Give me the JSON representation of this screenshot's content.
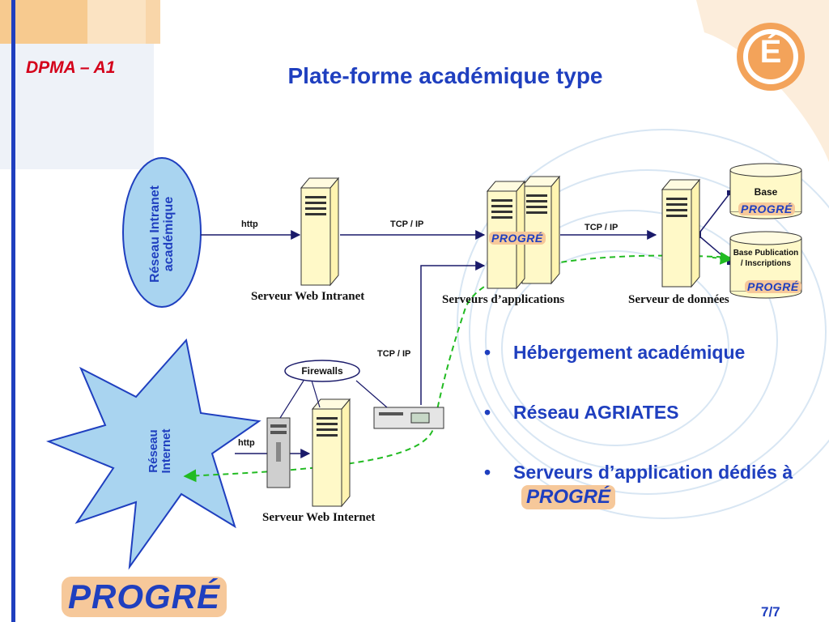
{
  "slide": {
    "tag": "DPMA – A1",
    "title": "Plate-forme académique type",
    "page_number": "7/7"
  },
  "nodes": {
    "intranet_network": "Réseau Intranet académique",
    "internet_network": "Réseau Internet",
    "web_intranet_server": "Serveur Web Intranet",
    "app_servers": "Serveurs d’applications",
    "data_server": "Serveur de données",
    "web_internet_server": "Serveur Web Internet",
    "firewalls": "Firewalls",
    "db_base": "Base",
    "db_publication": "Base Publication / Inscriptions"
  },
  "links": {
    "http_intranet": "http",
    "tcpip_1": "TCP / IP",
    "tcpip_2": "TCP / IP",
    "tcpip_3": "TCP / IP",
    "http_internet": "http"
  },
  "logo": {
    "text": "PROGRÉ",
    "seal_letter": "É"
  },
  "bullets": [
    "Hébergement académique",
    "Réseau AGRIATES",
    "Serveurs d’application dédiés à"
  ],
  "colors": {
    "title": "#1f3fbf",
    "tag": "#d4001a",
    "network_fill": "#a9d4f0",
    "server_fill": "#fff9c8",
    "dashed_line": "#22bb22",
    "decor": "#f7ca8f"
  }
}
